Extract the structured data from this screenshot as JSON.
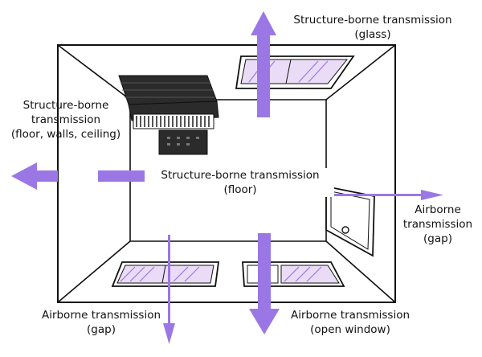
{
  "colors": {
    "arrow": "#9b77e6",
    "window_fill": "#eadcf7",
    "window_hatch": "#9b77e6",
    "outline": "#111111",
    "piano": "#2b2b2b",
    "background": "#ffffff"
  },
  "labels": {
    "glass": {
      "line1": "Structure-borne transmission",
      "line2": "(glass)"
    },
    "floor_walls_ceiling": {
      "line1": "Structure-borne",
      "line2": "transmission",
      "line3": "(floor, walls, ceiling)"
    },
    "floor": {
      "line1": "Structure-borne transmission",
      "line2": "(floor)"
    },
    "airborne_gap_right": {
      "line1": "Airborne",
      "line2": "transmission",
      "line3": "(gap)"
    },
    "airborne_gap_bottom": {
      "line1": "Airborne transmission",
      "line2": "(gap)"
    },
    "airborne_open_window": {
      "line1": "Airborne transmission",
      "line2": "(open window)"
    }
  },
  "icons": {
    "piano": "grand-piano-icon"
  }
}
